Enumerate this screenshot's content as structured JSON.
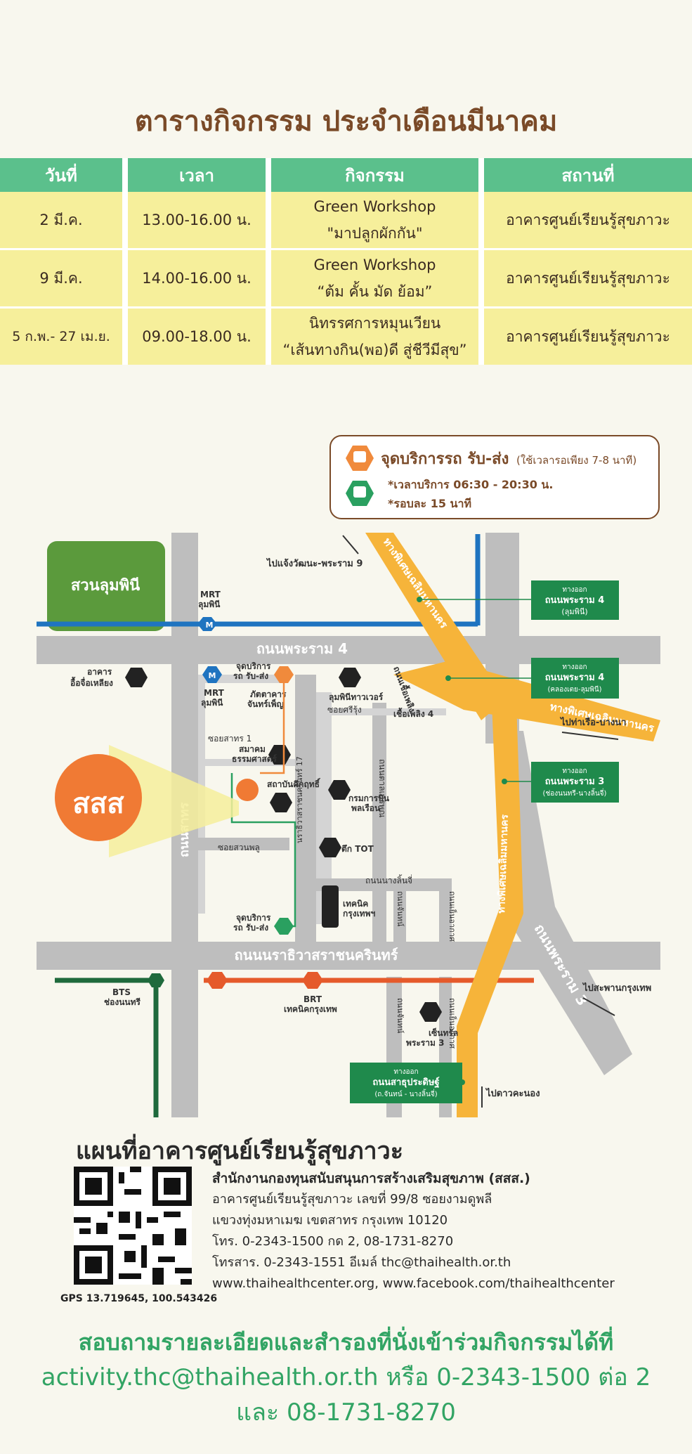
{
  "title": "ตารางกิจกรรม ประจำเดือนมีนาคม",
  "table": {
    "headers": [
      "วันที่",
      "เวลา",
      "กิจกรรม",
      "สถานที่"
    ],
    "rows": [
      {
        "date": "2 มี.ค.",
        "time": "13.00-16.00 น.",
        "activity_1": "Green Workshop",
        "activity_2": "\"มาปลูกผักกัน\"",
        "place": "อาคารศูนย์เรียนรู้สุขภาวะ"
      },
      {
        "date": "9 มี.ค.",
        "time": "14.00-16.00 น.",
        "activity_1": "Green Workshop",
        "activity_2": "“ต้ม คั้น มัด ย้อม”",
        "place": "อาคารศูนย์เรียนรู้สุขภาวะ"
      },
      {
        "date": "5 ก.พ.- 27 เม.ย.",
        "time": "09.00-18.00 น.",
        "activity_1": "นิทรรศการหมุนเวียน",
        "activity_2": "“เส้นทางกิน(พอ)ดี สู่ชีวีมีสุข”",
        "place": "อาคารศูนย์เรียนรู้สุขภาวะ"
      }
    ]
  },
  "map": {
    "legend": {
      "title": "จุดบริการรถ รับ-ส่ง",
      "title_note": "(ใช้เวลารอเพียง 7-8 นาที)",
      "line1": "*เวลาบริการ 06:30 - 20:30 น.",
      "line2": "*รอบละ 15 นาที"
    },
    "labels": {
      "park": "สวนลุมพินี",
      "rama4_road": "ถนนพระราม 4",
      "to_chaengwattana": "ไปแจ้งวัฒนะ-พระราม 9",
      "expressway_top": "ทางพิเศษเฉลิมมหานคร",
      "expressway_right": "ทางพิเศษเฉลิมมหานคร",
      "expressway_vertical": "ทางพิเศษเฉลิมมหานคร",
      "mrt_top_1": "MRT",
      "mrt_top_2": "ลุมพินี",
      "mrt_side_1": "MRT",
      "mrt_side_2": "ลุมพินี",
      "mrt_glyph": "M",
      "bldg_aejo_1": "อาคาร",
      "bldg_aejo_2": "อื้อจื่อเหลียง",
      "shuttle_1_a": "จุดบริการ",
      "shuttle_1_b": "รถ รับ-ส่ง",
      "restaurant_1": "ภัตตาคาร",
      "restaurant_2": "จันทร์เพ็ญ",
      "lumpini_tower": "ลุมพินีทาวเวอร์",
      "soi_sriroong": "ซอยศรีรุ้ง",
      "chuea_phloeng_4": "เชื้อเพลิง 4",
      "chuea_phloeng_rd": "ถนนเชื้อเพลิง",
      "soi_sathorn1": "ซอยสาทร 1",
      "dhamma_1": "สมาคม",
      "dhamma_2": "ธรรมศาสตร์",
      "sss_inst": "สถาบันคีกฤทธิ์",
      "civil_aviation_1": "กรมการบิน",
      "civil_aviation_2": "พลเรือน",
      "tot": "ตึก TOT",
      "sathorn_rd": "ถนนสาทร",
      "soi_suanplu": "ซอยสวนพลู",
      "tan_rd": "ถนนตาลเนรพณ",
      "rama3_soi17": "นราธิวาสราชนครินทร์ 17",
      "nang_linchi": "ถนนนางลิ้นจี่",
      "techno_1": "เทคนิค",
      "techno_2": "กรุงเทพฯ",
      "shuttle_2_a": "จุดบริการ",
      "shuttle_2_b": "รถ รับ-ส่ง",
      "chan_rd": "ถนนจันทน์",
      "chan_rd_2": "ถนนจันทน์",
      "yen_akat": "ถนนเย็นอากาศ",
      "yen_akat_2": "ถนนเย็นอากาศ",
      "narathiwat_rd": "ถนนนราธิวาสราชนครินทร์",
      "rama3_rd": "ถนนพระราม 3",
      "bts_1": "BTS",
      "bts_2": "ช่องนนทรี",
      "brt_1": "BRT",
      "brt_2": "เทคนิคกรุงเทพ",
      "to_rama9_bridge": "ไปสะพานกรุงเทพ",
      "central_1": "เซ็นทรัล",
      "central_2": "พระราม 3",
      "to_dao_khanong": "ไปดาวคะนอง",
      "to_bangna": "ไปท่าเรือ-บางนา"
    },
    "exits": [
      {
        "line1": "ทางออก",
        "line2": "ถนนพระราม 4",
        "line3": "(ลุมพินี)"
      },
      {
        "line1": "ทางออก",
        "line2": "ถนนพระราม 4",
        "line3": "(คลองเตย-ลุมพินี)"
      },
      {
        "line1": "ทางออก",
        "line2": "ถนนพระราม 3",
        "line3": "(ช่องนนทรี-นางลิ้นจี่)"
      },
      {
        "line1": "ทางออก",
        "line2": "ถนนสาธุประดิษฐ์",
        "line3": "(ถ.จันทน์ - นางลิ้นจี่)"
      }
    ],
    "logo_text": "สสส",
    "colors": {
      "orange": "#f08a3c",
      "green": "#1f8a4c",
      "blue": "#1f74c0",
      "yellow": "#f6b43a",
      "road": "#bebebe"
    }
  },
  "contact": {
    "heading": "แผนที่อาคารศูนย์เรียนรู้สุขภาวะ",
    "gps": "GPS 13.719645, 100.543426",
    "org": "สำนักงานกองทุนสนับสนุนการสร้างเสริมสุขภาพ (สสส.)",
    "addr1": "อาคารศูนย์เรียนรู้สุขภาวะ เลขที่ 99/8 ซอยงามดูพลี",
    "addr2": "แขวงทุ่งมหาเมฆ เขตสาทร กรุงเทพ 10120",
    "phone": "โทร. 0-2343-1500 กด 2, 08-1731-8270",
    "fax_email": "โทรสาร. 0-2343-1551   อีเมล์ thc@thaihealth.or.th",
    "web": "www.thaihealthcenter.org, www.facebook.com/thaihealthcenter"
  },
  "cta": {
    "line1": "สอบถามรายละเอียดและสำรองที่นั่งเข้าร่วมกิจกรรมได้ที่",
    "line2": "activity.thc@thaihealth.or.th หรือ 0-2343-1500 ต่อ 2",
    "line3": "และ 08-1731-8270"
  }
}
